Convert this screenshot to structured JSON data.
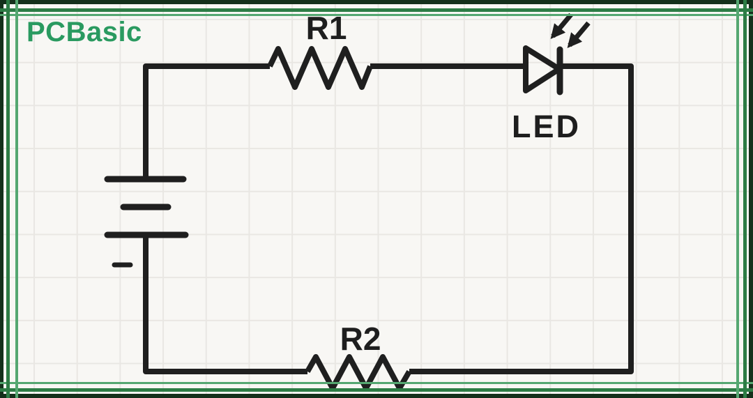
{
  "brand": {
    "logo_text": "PCBasic"
  },
  "diagram": {
    "type": "circuit-schematic",
    "description": "Series circuit: battery connected through resistor R1 to an LED, returning through resistor R2",
    "labels": {
      "resistor1": "R1",
      "resistor2": "R2",
      "led": "LED"
    },
    "components": [
      {
        "id": "battery",
        "symbol": "multi-cell-battery",
        "polarity_mark": "-"
      },
      {
        "id": "r1",
        "symbol": "resistor-zigzag",
        "label": "R1"
      },
      {
        "id": "led",
        "symbol": "diode-triangle-with-two-arrows",
        "label": "LED"
      },
      {
        "id": "r2",
        "symbol": "resistor-zigzag",
        "label": "R2"
      }
    ]
  },
  "colors": {
    "background": "#f8f7f4",
    "grid_line": "#e9e7e3",
    "wire": "#1f1f1f",
    "label_text": "#1e1e1e",
    "logo_green": "#2a9a60",
    "frame_dark": "#14301b",
    "frame_medium": "#2d7c45",
    "frame_light": "#55a771"
  }
}
